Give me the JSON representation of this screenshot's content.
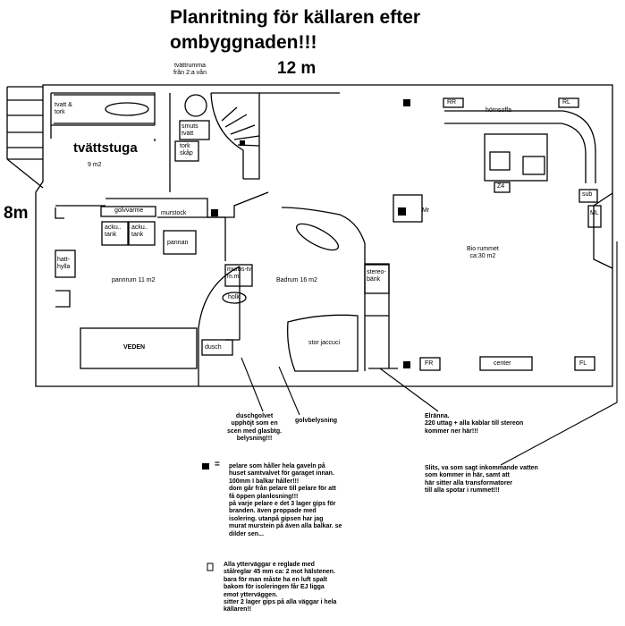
{
  "title": "Planritning för källaren efter\nombyggnaden!!!",
  "dimension_width": "12 m",
  "dimension_height": "8m",
  "rooms": {
    "tvattstuga": "tvättstuga",
    "tvattstuga_area": "9 m2",
    "pannrum": "pannrum 11 m2",
    "badrum": "Badrum 16 m2",
    "bio": "Bio rummet\nca:30 m2"
  },
  "labels": {
    "tvattrumma": "tvättrumma\nfrån 2:a vån",
    "tvatt_tork": "tvatt &\ntork",
    "smuts_tvatt": "smuts\ntvätt",
    "tork_skap": "tork\nskåp",
    "golvvarme": "golvvarme",
    "murstock": "murstock",
    "acku1": "acku..\ntank",
    "acku2": "acku..\ntank",
    "pannan": "pannan",
    "hatt_hylla": "hatt-\nhylla",
    "veden": "VEDEN",
    "dusch": "dusch",
    "murbs_tv": "murbs-tv\nm.m",
    "holk": "holk",
    "stereo_bank": "stereo-\nbänk",
    "stor_jaccuci": "stor jaccuci",
    "rr": "RR",
    "rl": "RL",
    "hornsoffa": "hörnsoffa",
    "z4": "Z4",
    "sub": "sub",
    "ml": "ML",
    "mr": "Mr",
    "fr": "FR",
    "center": "center",
    "fl": "FL"
  },
  "callouts": {
    "duschgolvet": "duschgolvet\nupphöjt som en\nscen med glasbtg.\nbelysning!!!",
    "golvbelysning": "golvbelysning",
    "elranna": "Elränna.\n220 uttag + alla kablar till stereon\nkommer ner här!!!",
    "slits": "Slits, va som sagt inkommande vatten\nsom kommer in här, samt att\nhär sitter alla transformatorer\ntill alla spotar i rummet!!!"
  },
  "legend": {
    "pelare_symbol": "=",
    "pelare_text": "pelare som håller hela gaveln på\nhuset samtvalvet för garaget innan.\n100mm I balkar håller!!!\ndom går från pelare till pelare för att\nfå öppen planlosning!!!\npå varje pelare e det 3 lager gips för\nbranden. även proppade med\nisolering. utanpå gipsen har jag\nmurat murstein på även alla balkar. se\ndilder sen...",
    "wall_symbol": "□",
    "wall_text": "Alla ytterväggar e reglade med\nstålreglar 45 mm ca: 2 mot hälstenen.\nbara för man måste ha en luft spalt\nbakom för isoleringen får EJ ligga\nemot ytterväggen.\nsitter 2 lager gips på alla väggar i hela\nkällaren!!"
  }
}
